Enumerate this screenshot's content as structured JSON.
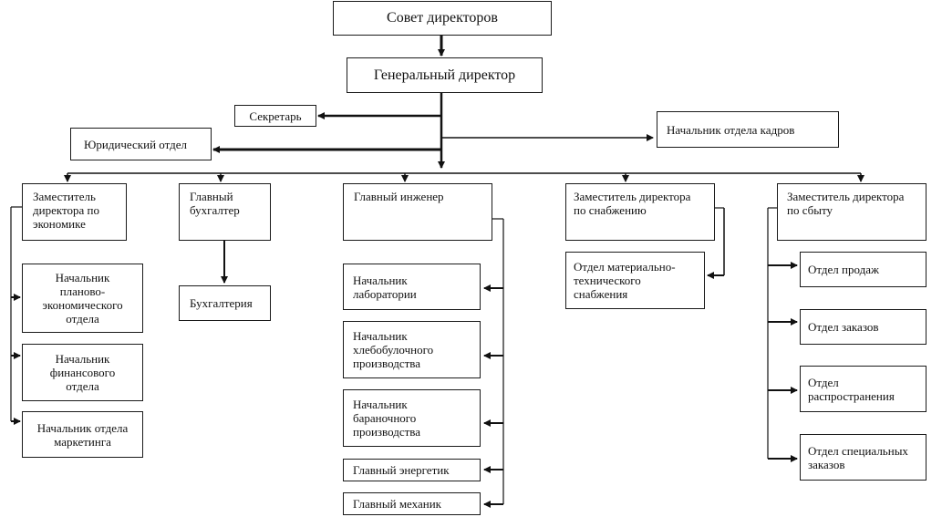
{
  "chart": {
    "board": "Совет директоров",
    "ceo": "Генеральный директор",
    "secretary": "Секретарь",
    "legal": "Юридический отдел",
    "hr": "Начальник отдела кадров",
    "deputy_econ": "Заместитель\nдиректора по\nэкономике",
    "econ_units": [
      "Начальник\nпланово-\nэкономического\nотдела",
      "Начальник\nфинансового\nотдела",
      "Начальник отдела\nмаркетинга"
    ],
    "chief_accountant": "Главный\nбухгалтер",
    "accounting": "Бухгалтерия",
    "chief_engineer": "Главный инженер",
    "engineer_units": [
      "Начальник\nлаборатории",
      "Начальник\nхлебобулочного\nпроизводства",
      "Начальник\nбараночного\nпроизводства",
      "Главный энергетик",
      "Главный механик"
    ],
    "deputy_supply": "Заместитель директора\nпо снабжению",
    "supply_unit": "Отдел материально-\nтехнического\nснабжения",
    "deputy_sales": "Заместитель директора\nпо сбыту",
    "sales_units": [
      "Отдел продаж",
      "Отдел заказов",
      "Отдел\nраспространения",
      "Отдел специальных\nзаказов"
    ]
  }
}
